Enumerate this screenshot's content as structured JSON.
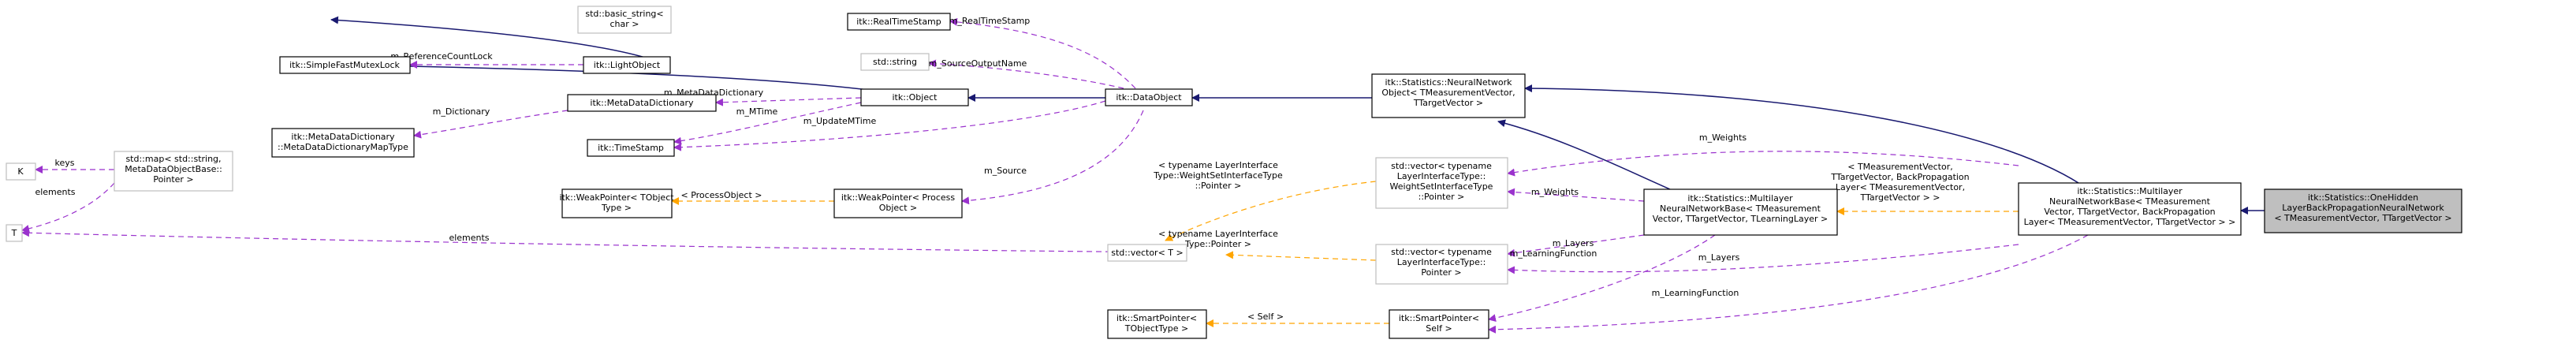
{
  "nodes": {
    "basic_string": [
      "std::basic_string<",
      "char >"
    ],
    "RealTimeStamp": [
      "itk::RealTimeStamp"
    ],
    "SimpleFastMutexLock": [
      "itk::SimpleFastMutexLock"
    ],
    "LightObject": [
      "itk::LightObject"
    ],
    "std_string": [
      "std::string"
    ],
    "MetaDataDictionary": [
      "itk::MetaDataDictionary"
    ],
    "Object": [
      "itk::Object"
    ],
    "DataObject": [
      "itk::DataObject"
    ],
    "NeuralNetworkObject": [
      "itk::Statistics::NeuralNetwork",
      "Object< TMeasurementVector,",
      "TTargetVector >"
    ],
    "K": [
      "K"
    ],
    "std_map": [
      "std::map< std::string,",
      "MetaDataObjectBase::",
      "Pointer >"
    ],
    "MetaDataDictionaryMapType": [
      "itk::MetaDataDictionary",
      "::MetaDataDictionaryMapType"
    ],
    "TimeStamp": [
      "itk::TimeStamp"
    ],
    "WeakPointerTObjectType": [
      "itk::WeakPointer< TObject",
      "Type >"
    ],
    "WeakPointerProcessObject": [
      "itk::WeakPointer< Process",
      "Object >"
    ],
    "T": [
      "T"
    ],
    "vector_T": [
      "std::vector< T >"
    ],
    "vector_Weight": [
      "std::vector< typename",
      "LayerInterfaceType::",
      "WeightSetInterfaceType",
      "::Pointer >"
    ],
    "vector_Layer": [
      "std::vector< typename",
      "LayerInterfaceType::",
      "Pointer >"
    ],
    "MultilayerBase": [
      "itk::Statistics::Multilayer",
      "NeuralNetworkBase< TMeasurement",
      "Vector, TTargetVector, TLearningLayer >"
    ],
    "MultilayerBaseBP": [
      "itk::Statistics::Multilayer",
      "NeuralNetworkBase< TMeasurement",
      "Vector, TTargetVector, BackPropagation",
      "Layer< TMeasurementVector, TTargetVector > >"
    ],
    "OneHidden": [
      "itk::Statistics::OneHidden",
      "LayerBackPropagationNeuralNetwork",
      "< TMeasurementVector, TTargetVector >"
    ],
    "SmartPointerTObjectType": [
      "itk::SmartPointer<",
      "TObjectType >"
    ],
    "SmartPointerSelf": [
      "itk::SmartPointer<",
      "Self >"
    ]
  },
  "edge_labels": {
    "m_RealTimeStamp": [
      "m_RealTimeStamp"
    ],
    "m_ReferenceCountLock": [
      "m_ReferenceCountLock"
    ],
    "m_SourceOutputName": [
      "m_SourceOutputName"
    ],
    "m_MetaDataDictionary": [
      "m_MetaDataDictionary"
    ],
    "m_MTime": [
      "m_MTime"
    ],
    "m_Dictionary": [
      "m_Dictionary"
    ],
    "m_UpdateMTime": [
      "m_UpdateMTime"
    ],
    "keys": [
      "keys"
    ],
    "elements_map": [
      "elements"
    ],
    "m_Source": [
      "m_Source"
    ],
    "processobject": [
      "< ProcessObject >"
    ],
    "tmpl_weight": [
      "< typename LayerInterface",
      "Type::WeightSetInterfaceType",
      "::Pointer >"
    ],
    "elements_vec": [
      "elements"
    ],
    "m_Weights_a": [
      "m_Weights"
    ],
    "m_Weights_b": [
      "m_Weights"
    ],
    "tmpl_layer": [
      "< typename LayerInterface",
      "Type::Pointer >"
    ],
    "m_Layers_a": [
      "m_Layers"
    ],
    "m_Layers_b": [
      "m_Layers"
    ],
    "m_LearningFunction_a": [
      "m_LearningFunction"
    ],
    "m_LearningFunction_b": [
      "m_LearningFunction"
    ],
    "tmpl_bp": [
      "< TMeasurementVector,",
      "TTargetVector, BackPropagation",
      "Layer< TMeasurementVector,",
      "TTargetVector > >"
    ],
    "self": [
      "< Self >"
    ]
  },
  "colors": {
    "inheritance": "#191970",
    "usage": "#9a32cd",
    "template": "#ffa500",
    "focus_fill": "#bfbfbf"
  }
}
